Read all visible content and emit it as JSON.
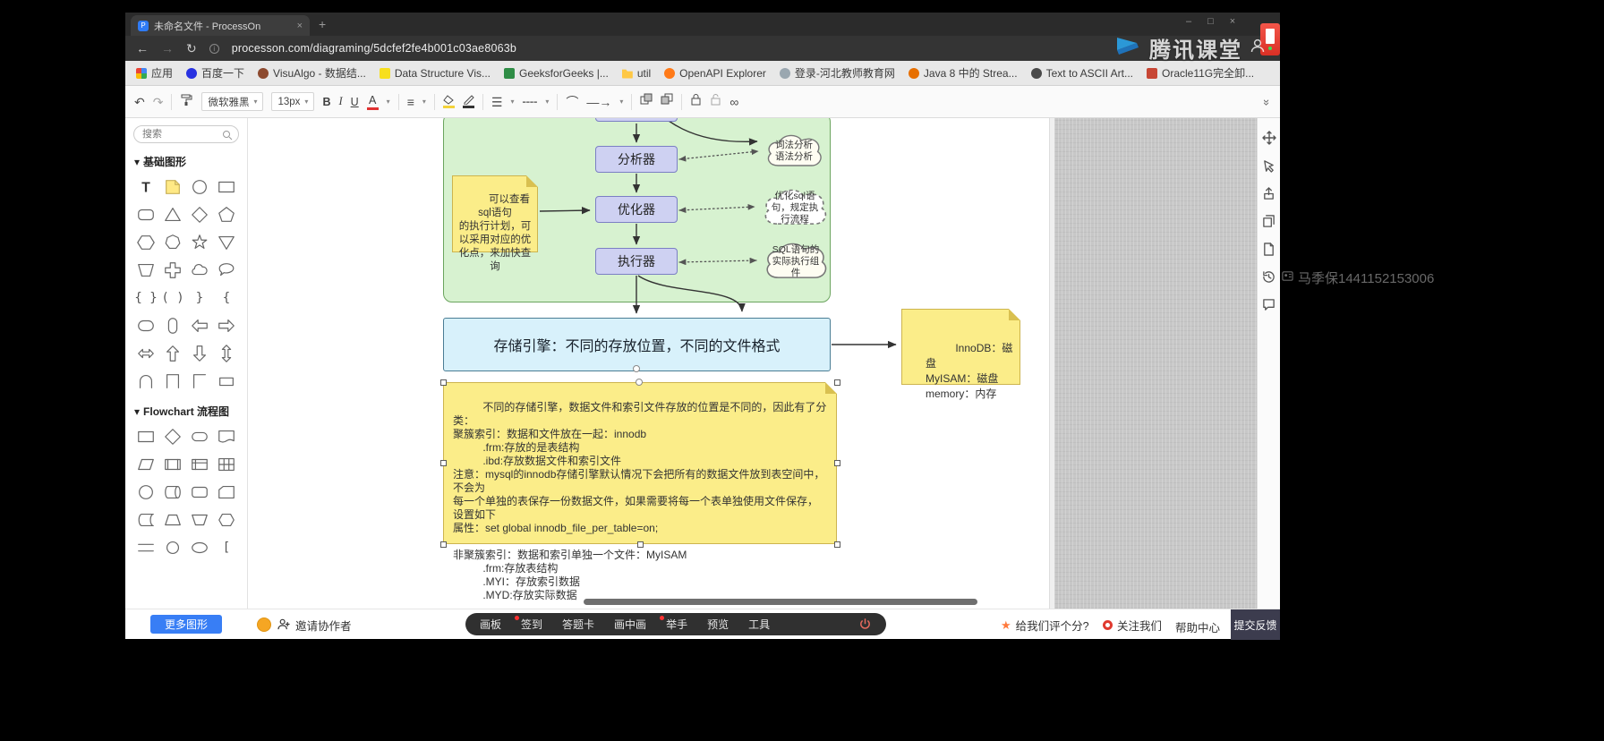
{
  "browser": {
    "tab_title": "未命名文件 - ProcessOn",
    "url": "processon.com/diagraming/5dcfef2fe4b001c03ae8063b"
  },
  "bookmarks": {
    "items": [
      {
        "label": "应用"
      },
      {
        "label": "百度一下"
      },
      {
        "label": "VisuAlgo - 数据结..."
      },
      {
        "label": "Data Structure Vis..."
      },
      {
        "label": "GeeksforGeeks |..."
      },
      {
        "label": "util"
      },
      {
        "label": "OpenAPI Explorer"
      },
      {
        "label": "登录-河北教师教育网"
      },
      {
        "label": "Java 8 中的 Strea..."
      },
      {
        "label": "Text to ASCII Art..."
      },
      {
        "label": "Oracle11G完全卸..."
      }
    ]
  },
  "format_toolbar": {
    "font_name": "微软雅黑",
    "font_size": "13px",
    "bold": "B",
    "italic": "I",
    "underline": "U",
    "font_color": "A"
  },
  "sidebar": {
    "search_placeholder": "搜索",
    "section_basic": "基础图形",
    "section_flowchart": "Flowchart 流程图"
  },
  "diagram": {
    "analyzer": "分析器",
    "optimizer": "优化器",
    "executor": "执行器",
    "cloud_lex": "词法分析\n语法分析",
    "cloud_opt": "优化sql语\n句，规定执\n行流程",
    "cloud_exec": "SQL语句的\n实际执行组\n件",
    "note_plan": "可以查看sql语句\n的执行计划，可\n以采用对应的优\n化点，来加快查\n询",
    "storage_title": "存储引擎：不同的存放位置，不同的文件格式",
    "note_engines": "InnoDB：磁盘\nMyISAM：磁盘\nmemory：内存",
    "note_detail": "不同的存储引擎，数据文件和索引文件存放的位置是不同的，因此有了分类：\n聚簇索引：数据和文件放在一起：innodb\n          .frm:存放的是表结构\n          .ibd:存放数据文件和索引文件\n注意：mysql的innodb存储引擎默认情况下会把所有的数据文件放到表空间中，不会为\n每一个单独的表保存一份数据文件，如果需要将每一个表单独使用文件保存，设置如下\n属性：set global innodb_file_per_table=on;\n\n非聚簇索引：数据和索引单独一个文件：MyISAM\n          .frm:存放表结构\n          .MYI：存放索引数据\n          .MYD:存放实际数据"
  },
  "bottom_bar": {
    "more_shapes": "更多图形",
    "invite": "邀请协作者",
    "items": [
      {
        "label": "画板"
      },
      {
        "label": "签到"
      },
      {
        "label": "答题卡"
      },
      {
        "label": "画中画"
      },
      {
        "label": "举手"
      },
      {
        "label": "预览"
      },
      {
        "label": "工具"
      }
    ],
    "rate": "给我们评个分?",
    "follow": "关注我们",
    "help": "帮助中心",
    "feedback": "提交反馈"
  },
  "watermark": {
    "brand": "腾讯课堂",
    "user_id": "马季保1441152153006"
  }
}
